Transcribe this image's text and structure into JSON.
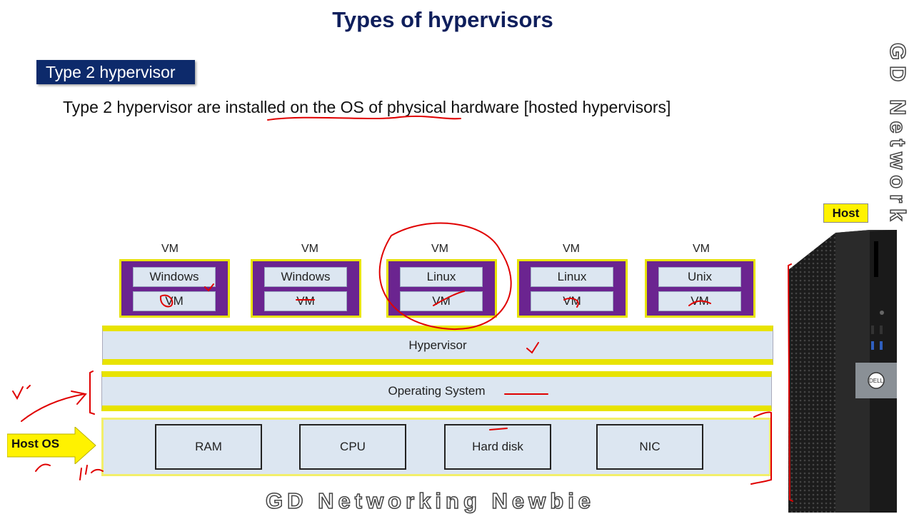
{
  "title": "Types of hypervisors",
  "badge": "Type 2 hypervisor",
  "description": "Type 2 hypervisor are installed on the OS of physical hardware [hosted hypervisors]",
  "vms": [
    {
      "label": "VM",
      "os": "Windows",
      "sub": "VM"
    },
    {
      "label": "VM",
      "os": "Windows",
      "sub": "VM"
    },
    {
      "label": "VM",
      "os": "Linux",
      "sub": "VM"
    },
    {
      "label": "VM",
      "os": "Linux",
      "sub": "VM"
    },
    {
      "label": "VM",
      "os": "Unix",
      "sub": "VM"
    }
  ],
  "layers": {
    "hypervisor": "Hypervisor",
    "operating_system": "Operating System"
  },
  "hardware": [
    "RAM",
    "CPU",
    "Hard disk",
    "NIC"
  ],
  "host_os_label": "Host OS",
  "host_label": "Host",
  "watermark_bottom": "GD Networking Newbie",
  "watermark_side": "GD Network",
  "colors": {
    "title": "#0f1f5c",
    "badge_bg": "#0d2a6b",
    "vm_purple": "#6b2490",
    "yellow": "#e8e300",
    "layer_fill": "#dce6f1",
    "annotation_red": "#e00000"
  }
}
